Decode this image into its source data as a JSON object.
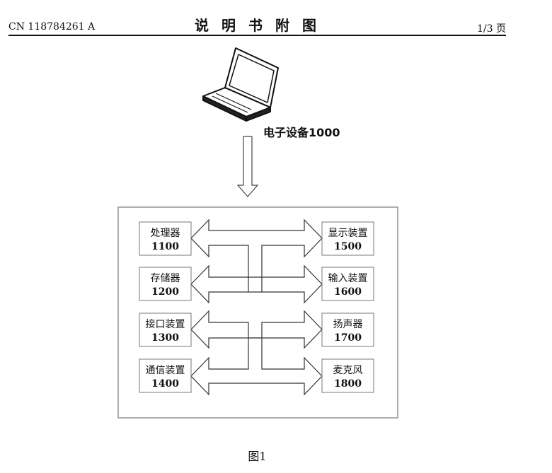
{
  "header": {
    "pub_number": "CN 118784261 A",
    "title": "说明书附图",
    "page": "1/3 页"
  },
  "device": {
    "label": "电子设备1000",
    "icon": "laptop-icon"
  },
  "components": {
    "left": [
      {
        "name": "处理器",
        "num": "1100"
      },
      {
        "name": "存储器",
        "num": "1200"
      },
      {
        "name": "接口装置",
        "num": "1300"
      },
      {
        "name": "通信装置",
        "num": "1400"
      }
    ],
    "right": [
      {
        "name": "显示装置",
        "num": "1500"
      },
      {
        "name": "输入装置",
        "num": "1600"
      },
      {
        "name": "扬声器",
        "num": "1700"
      },
      {
        "name": "麦克风",
        "num": "1800"
      }
    ]
  },
  "figure": {
    "caption": "图1"
  }
}
